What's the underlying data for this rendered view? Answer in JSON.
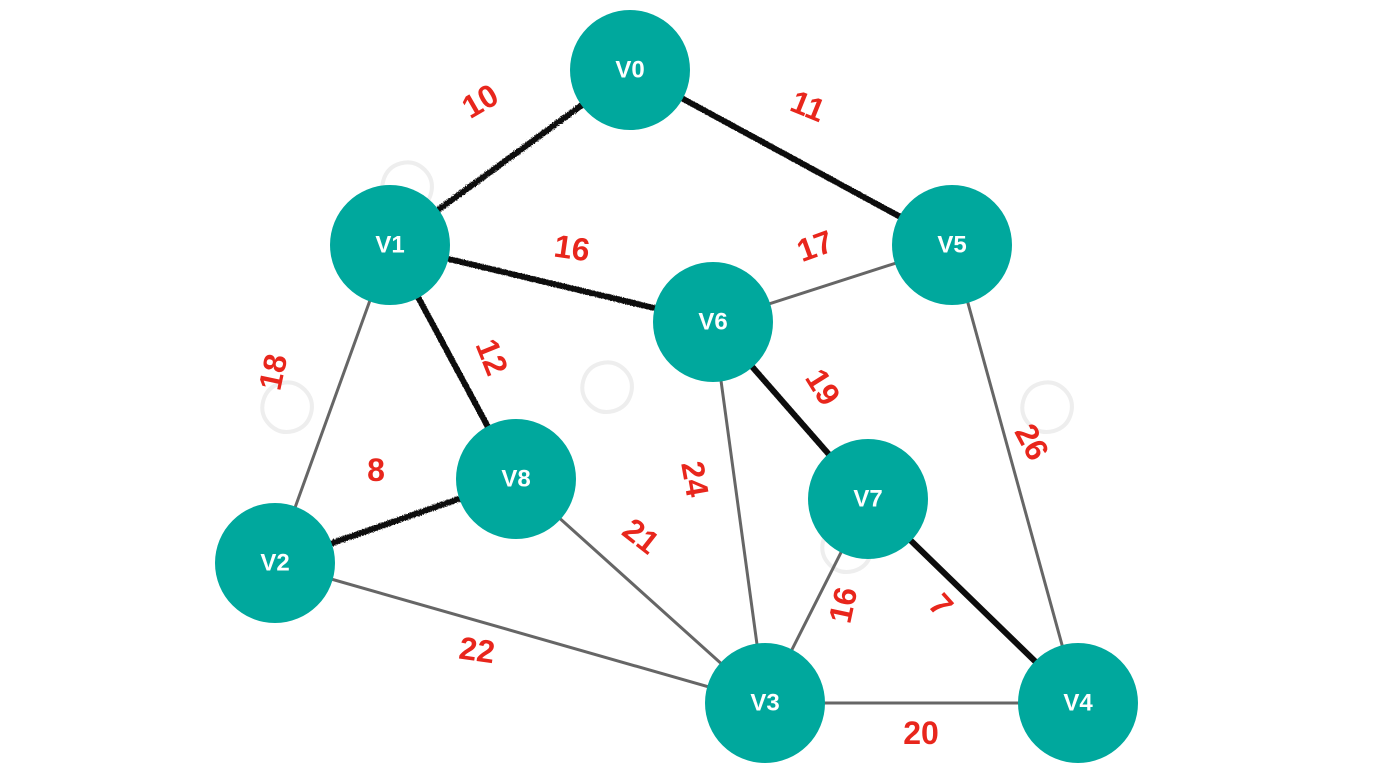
{
  "colors": {
    "node_fill": "#00A89D",
    "node_text": "#ffffff",
    "mst_edge": "#111111",
    "other_edge": "#666666",
    "weight_text": "#E8261C"
  },
  "nodes": [
    {
      "id": "V0",
      "label": "V0"
    },
    {
      "id": "V1",
      "label": "V1"
    },
    {
      "id": "V2",
      "label": "V2"
    },
    {
      "id": "V3",
      "label": "V3"
    },
    {
      "id": "V4",
      "label": "V4"
    },
    {
      "id": "V5",
      "label": "V5"
    },
    {
      "id": "V6",
      "label": "V6"
    },
    {
      "id": "V7",
      "label": "V7"
    },
    {
      "id": "V8",
      "label": "V8"
    }
  ],
  "edges": [
    {
      "from": "V0",
      "to": "V1",
      "weight": "10",
      "highlighted": true
    },
    {
      "from": "V0",
      "to": "V5",
      "weight": "11",
      "highlighted": true
    },
    {
      "from": "V1",
      "to": "V6",
      "weight": "16",
      "highlighted": true
    },
    {
      "from": "V1",
      "to": "V8",
      "weight": "12",
      "highlighted": true
    },
    {
      "from": "V1",
      "to": "V2",
      "weight": "18",
      "highlighted": false
    },
    {
      "from": "V2",
      "to": "V8",
      "weight": "8",
      "highlighted": true
    },
    {
      "from": "V2",
      "to": "V3",
      "weight": "22",
      "highlighted": false
    },
    {
      "from": "V8",
      "to": "V3",
      "weight": "21",
      "highlighted": false
    },
    {
      "from": "V6",
      "to": "V5",
      "weight": "17",
      "highlighted": false
    },
    {
      "from": "V6",
      "to": "V7",
      "weight": "19",
      "highlighted": true
    },
    {
      "from": "V6",
      "to": "V3",
      "weight": "24",
      "highlighted": false
    },
    {
      "from": "V7",
      "to": "V3",
      "weight": "16",
      "highlighted": false
    },
    {
      "from": "V7",
      "to": "V4",
      "weight": "7",
      "highlighted": true
    },
    {
      "from": "V5",
      "to": "V4",
      "weight": "26",
      "highlighted": false
    },
    {
      "from": "V3",
      "to": "V4",
      "weight": "20",
      "highlighted": false
    }
  ]
}
